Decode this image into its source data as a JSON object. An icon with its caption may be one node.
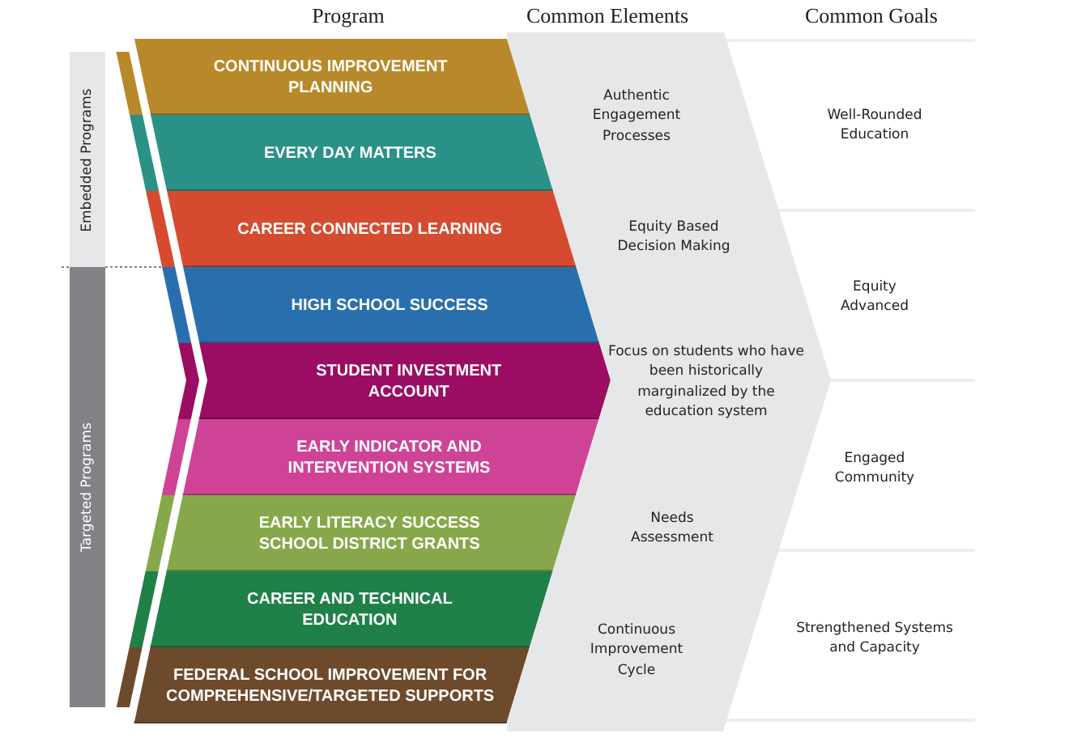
{
  "diagram": {
    "nodes": [
      {
        "text": [
          "Embedded Programs"
        ]
      },
      {
        "text": [
          "Targeted Programs"
        ]
      },
      {
        "text": [
          "CONTINUOUS IMPROVEMENT PLANNING"
        ]
      },
      {
        "text": [
          "EVERY DAY MATTERS"
        ]
      },
      {
        "text": [
          "CAREER CONNECTED LEARNING"
        ]
      },
      {
        "text": [
          "HIGH SCHOOL SUCCESS"
        ]
      },
      {
        "text": [
          "STUDENT INVESTMENT ACCOUNT"
        ]
      },
      {
        "text": [
          "EARLY INDICATOR AND INTERVENTION SYSTEMS"
        ]
      },
      {
        "text": [
          "EARLY LITERACY SUCCESS SCHOOL DISTRICT GRANTS"
        ]
      },
      {
        "text": [
          "CAREER AND TECHNICAL EDUCATION"
        ]
      },
      {
        "text": [
          "FEDERAL SCHOOL IMPROVEMENT FOR COMPREHENSIVE/TARGETED SUPPORTS"
        ]
      },
      {
        "text": [
          "Authentic Engagement Processes",
          "Equity Based Decision Making",
          "Focus on students who have been historically marginalized by the education system",
          "Needs Assessment",
          "Continuous Improvement Cycle"
        ]
      }
    ],
    "edges": [],
    "labels": [
      "Program",
      "Common Elements",
      "Common Goals",
      "Well-Rounded Education",
      "Equity Advanced",
      "Engaged Community",
      "Strengthened Systems and Capacity"
    ]
  }
}
